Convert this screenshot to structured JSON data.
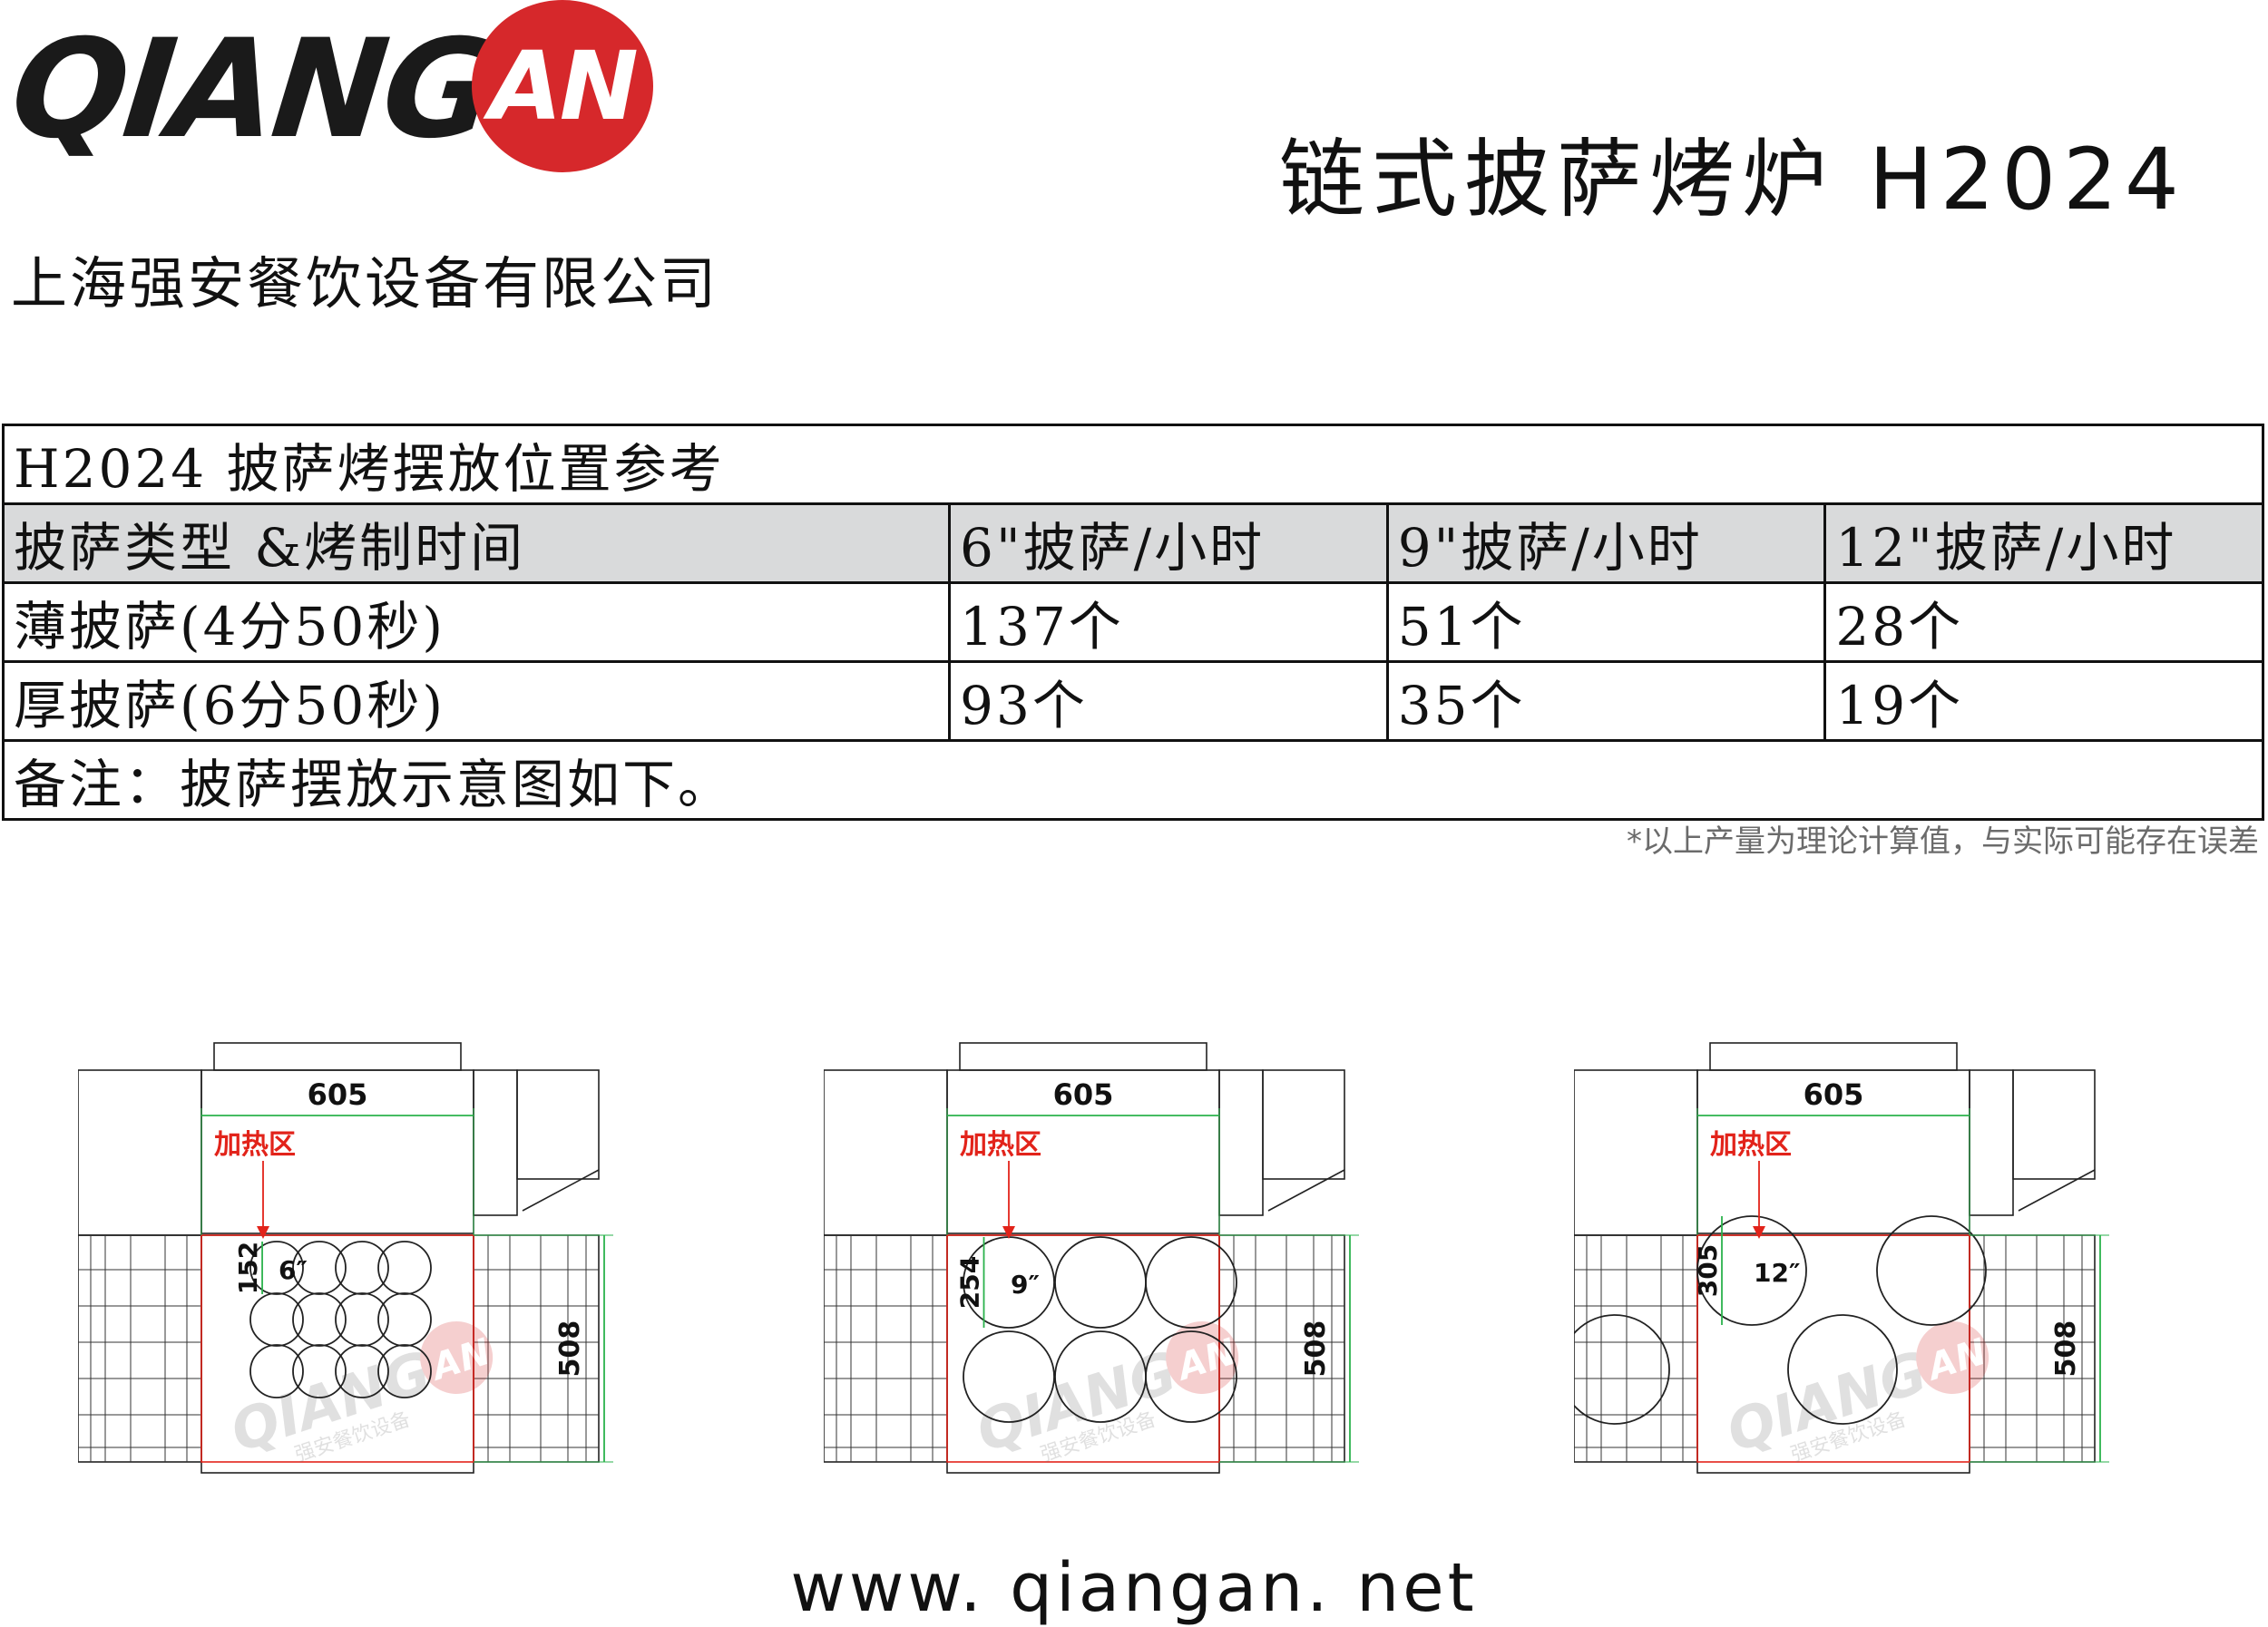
{
  "header": {
    "logo_text": "QIANG",
    "logo_badge": "AN",
    "company_name": "上海强安餐饮设备有限公司",
    "product_title": "链式披萨烤炉 H2024"
  },
  "table": {
    "caption": "H2024 披萨烤摆放位置参考",
    "columns": [
      "披萨类型 &烤制时间",
      "6\"披萨/小时",
      "9\"披萨/小时",
      "12\"披萨/小时"
    ],
    "rows": [
      [
        "薄披萨(4分50秒)",
        "137个",
        "51个",
        "28个"
      ],
      [
        "厚披萨(6分50秒)",
        "93个",
        "35个",
        "19个"
      ]
    ],
    "note": "备注：披萨摆放示意图如下。"
  },
  "footnote": "*以上产量为理论计算值，与实际可能存在误差",
  "diagrams": [
    {
      "width_label": "605",
      "zone_label": "加热区",
      "diameter_label": "152",
      "size_label": "6″",
      "depth_label": "508",
      "watermark": "QIANG",
      "watermark_badge": "AN",
      "watermark_sub": "强安餐饮设备"
    },
    {
      "width_label": "605",
      "zone_label": "加热区",
      "diameter_label": "254",
      "size_label": "9″",
      "depth_label": "508",
      "watermark": "QIANG",
      "watermark_badge": "AN",
      "watermark_sub": "强安餐饮设备"
    },
    {
      "width_label": "605",
      "zone_label": "加热区",
      "diameter_label": "305",
      "size_label": "12″",
      "depth_label": "508",
      "watermark": "QIANG",
      "watermark_badge": "AN",
      "watermark_sub": "强安餐饮设备"
    }
  ],
  "colors": {
    "brand_red": "#d6282b",
    "dimension_green": "#2bb24c",
    "heating_zone_red": "#e2231a",
    "table_header_gray": "#d9dadb"
  },
  "website": "www. qiangan. net"
}
